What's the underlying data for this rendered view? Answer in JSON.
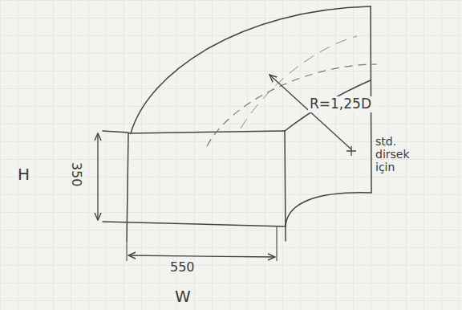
{
  "diagram": {
    "labels": [
      "H",
      "350",
      "550",
      "W",
      "R=1,25D",
      "std. dirsek için"
    ]
  }
}
